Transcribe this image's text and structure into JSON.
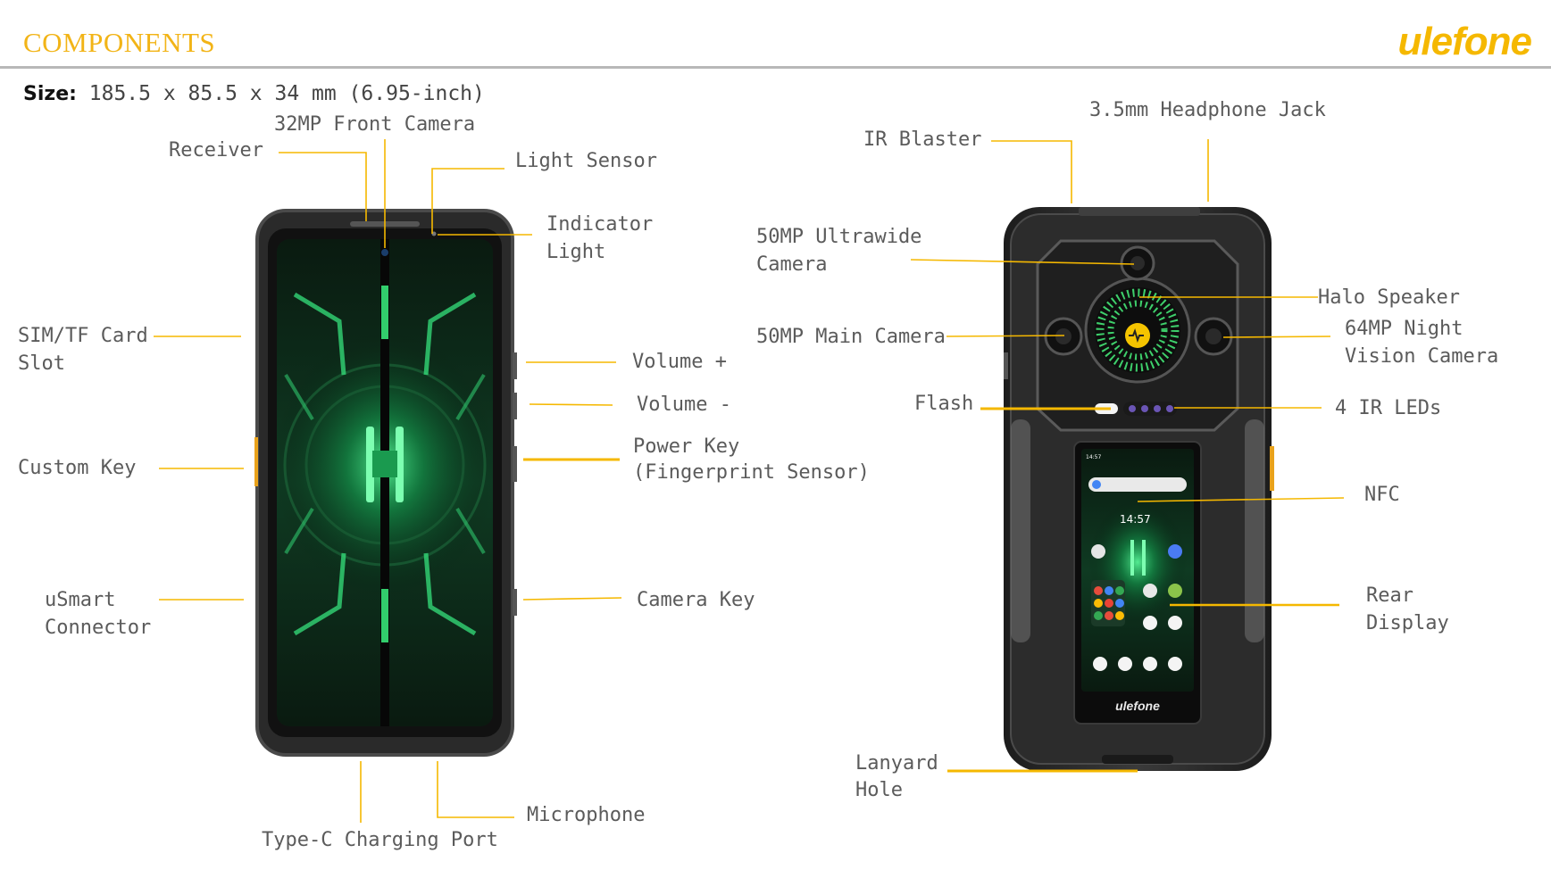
{
  "header": {
    "title": "COMPONENTS",
    "brand_logo": "ulefone"
  },
  "size": {
    "label": "Size:",
    "value": " 185.5 x 85.5 x 34 mm (6.95-inch)"
  },
  "front_labels": {
    "front_camera": "32MP Front Camera",
    "receiver": "Receiver",
    "light_sensor": "Light Sensor",
    "indicator_line1": "Indicator",
    "indicator_line2": "Light",
    "sim_line1": "SIM/TF Card",
    "sim_line2": "Slot",
    "volume_up": "Volume +",
    "volume_down": "Volume -",
    "power_line1": "Power Key",
    "power_line2": "(Fingerprint Sensor)",
    "custom_key": "Custom Key",
    "usmart_line1": "uSmart",
    "usmart_line2": "Connector",
    "camera_key": "Camera Key",
    "microphone": "Microphone",
    "typec": "Type-C Charging Port"
  },
  "rear_labels": {
    "ir_blaster": "IR Blaster",
    "headphone_jack": "3.5mm Headphone Jack",
    "ultrawide_line1": "50MP Ultrawide",
    "ultrawide_line2": "Camera",
    "halo_speaker": "Halo Speaker",
    "main_camera": "50MP Main Camera",
    "night_line1": "64MP Night",
    "night_line2": "Vision Camera",
    "flash": "Flash",
    "ir_leds": "4 IR LEDs",
    "nfc": "NFC",
    "rear_display_line1": "Rear",
    "rear_display_line2": "Display",
    "lanyard_line1": "Lanyard",
    "lanyard_line2": "Hole"
  },
  "rear_screen": {
    "time": "14:57",
    "status_time": "14:57",
    "brand": "ulefone"
  },
  "colors": {
    "accent": "#f2b417",
    "leader": "#f5b800",
    "glow": "#2de07a",
    "body": "#2b2b2b"
  }
}
